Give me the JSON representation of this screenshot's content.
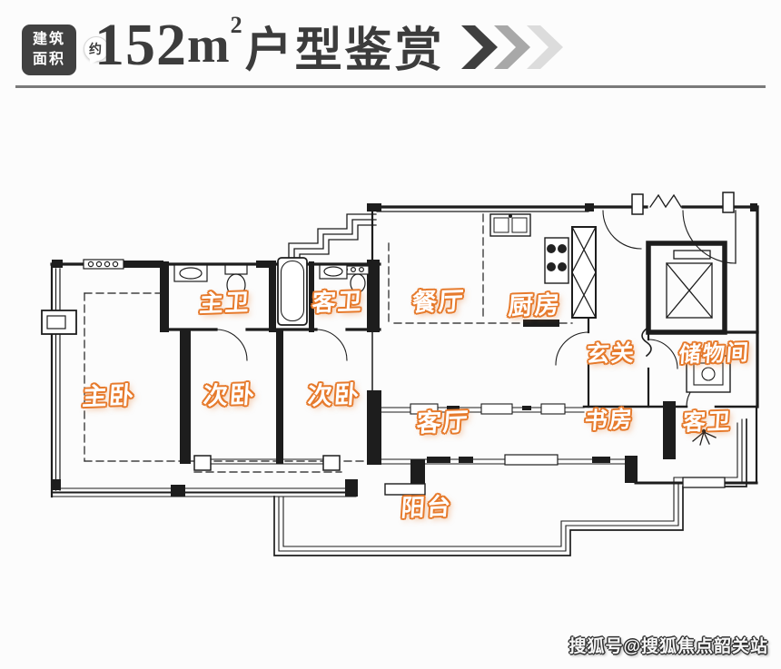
{
  "header": {
    "badge": {
      "line1": "建筑",
      "line2": "面积",
      "bubble": "约"
    },
    "title": {
      "area": "152",
      "unit": "m",
      "sup": "2",
      "suffix": "户型鉴赏"
    },
    "chevron_colors": [
      "#3F3F3F",
      "#A8A8A8",
      "#DCDCDC"
    ]
  },
  "floorplan": {
    "rooms": [
      {
        "label": "主卫"
      },
      {
        "label": "客卫"
      },
      {
        "label": "餐厅"
      },
      {
        "label": "厨房"
      },
      {
        "label": "玄关"
      },
      {
        "label": "储物间"
      },
      {
        "label": "主卧"
      },
      {
        "label": "次卧"
      },
      {
        "label": "次卧"
      },
      {
        "label": "客厅"
      },
      {
        "label": "书房"
      },
      {
        "label": "客卫"
      },
      {
        "label": "阳台"
      }
    ]
  },
  "watermark": {
    "text": "搜狐号@搜狐焦点韶关站"
  },
  "colors": {
    "label_orange": "#E67A2C",
    "wall_ink": "#1D1D1D",
    "title_dark": "#3C3C3C",
    "divider_gray": "#7A7A7A"
  }
}
